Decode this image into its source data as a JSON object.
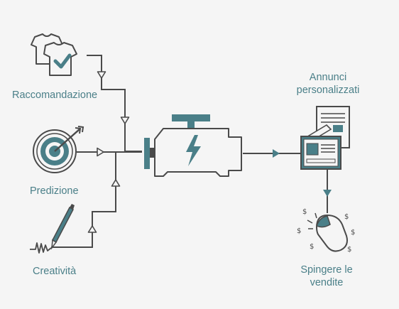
{
  "labels": {
    "raccomandazione": "Raccomandazione",
    "predizione": "Predizione",
    "creativita": "Creatività",
    "annunci_line1": "Annunci",
    "annunci_line2": "personalizzati",
    "spingere_line1": "Spingere le",
    "spingere_line2": "vendite"
  },
  "icons": {
    "recommendation": "tshirts-check-icon",
    "prediction": "target-arrow-icon",
    "creativity": "pencil-scribble-icon",
    "engine": "engine-lightning-icon",
    "ads": "browser-ads-icon",
    "sales": "mouse-dollar-icon"
  },
  "colors": {
    "stroke": "#4a4a4a",
    "accent": "#4a7f88",
    "text": "#4a7f88",
    "background": "#f5f5f5"
  }
}
